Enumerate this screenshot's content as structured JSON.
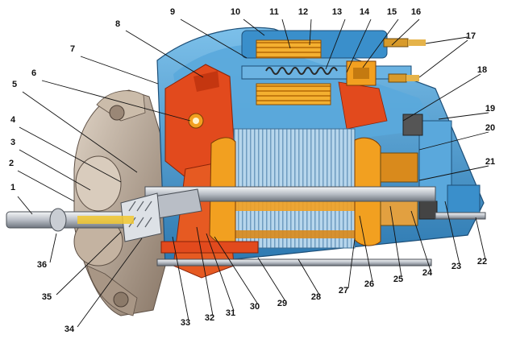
{
  "diagram": {
    "callouts": [
      {
        "id": 1,
        "label": "1"
      },
      {
        "id": 2,
        "label": "2"
      },
      {
        "id": 3,
        "label": "3"
      },
      {
        "id": 4,
        "label": "4"
      },
      {
        "id": 5,
        "label": "5"
      },
      {
        "id": 6,
        "label": "6"
      },
      {
        "id": 7,
        "label": "7"
      },
      {
        "id": 8,
        "label": "8"
      },
      {
        "id": 9,
        "label": "9"
      },
      {
        "id": 10,
        "label": "10"
      },
      {
        "id": 11,
        "label": "11"
      },
      {
        "id": 12,
        "label": "12"
      },
      {
        "id": 13,
        "label": "13"
      },
      {
        "id": 14,
        "label": "14"
      },
      {
        "id": 15,
        "label": "15"
      },
      {
        "id": 16,
        "label": "16"
      },
      {
        "id": 17,
        "label": "17"
      },
      {
        "id": 18,
        "label": "18"
      },
      {
        "id": 19,
        "label": "19"
      },
      {
        "id": 20,
        "label": "20"
      },
      {
        "id": 21,
        "label": "21"
      },
      {
        "id": 22,
        "label": "22"
      },
      {
        "id": 23,
        "label": "23"
      },
      {
        "id": 24,
        "label": "24"
      },
      {
        "id": 25,
        "label": "25"
      },
      {
        "id": 26,
        "label": "26"
      },
      {
        "id": 27,
        "label": "27"
      },
      {
        "id": 28,
        "label": "28"
      },
      {
        "id": 29,
        "label": "29"
      },
      {
        "id": 30,
        "label": "30"
      },
      {
        "id": 31,
        "label": "31"
      },
      {
        "id": 32,
        "label": "32"
      },
      {
        "id": 33,
        "label": "33"
      },
      {
        "id": 34,
        "label": "34"
      },
      {
        "id": 35,
        "label": "35"
      },
      {
        "id": 36,
        "label": "36"
      }
    ],
    "colors": {
      "housing": "#4aa0d8",
      "housing_dark": "#2f7db5",
      "cutface": "#e84a1e",
      "winding": "#f2a020",
      "copper": "#d98a1c",
      "shaft": "#c8ccd2",
      "bracket": "#b8a898",
      "armature": "#9ec4e0"
    }
  }
}
